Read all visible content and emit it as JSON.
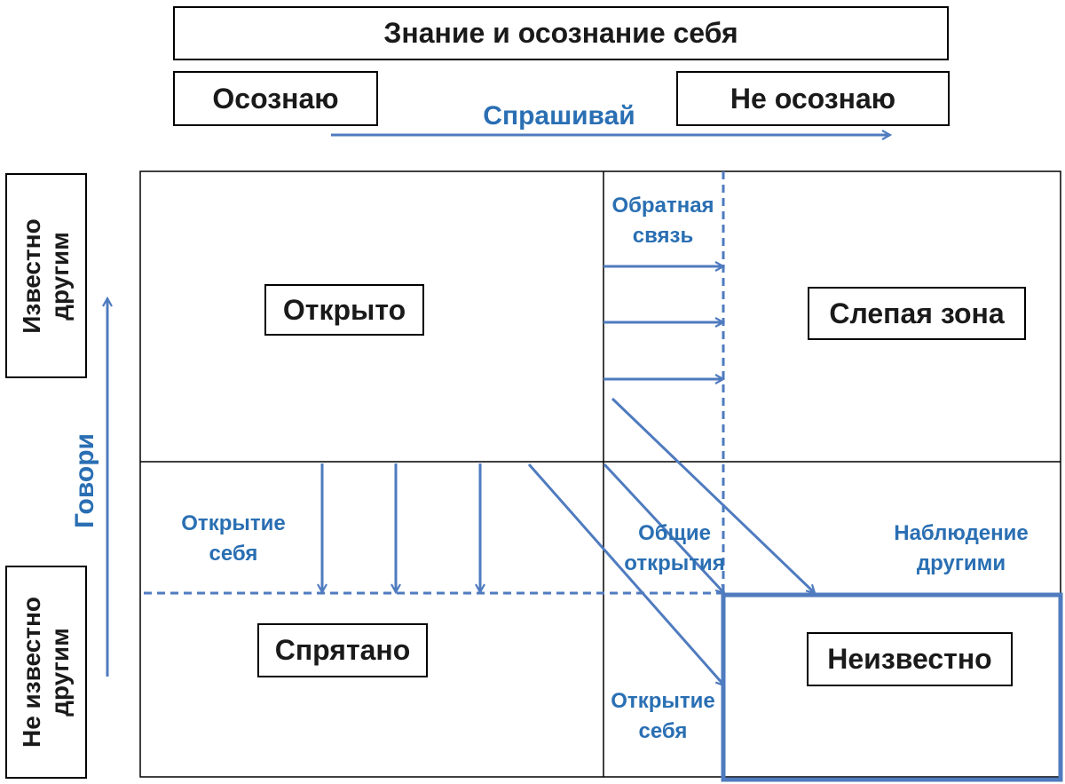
{
  "header": {
    "title": "Знание и осознание себя",
    "aware": "Осознаю",
    "not_aware": "Не осознаю",
    "ask": "Спрашивай"
  },
  "side": {
    "known_to_others": "Известно\nдругим",
    "unknown_to_others": "Не известно\nдругим",
    "tell": "Говори"
  },
  "quadrants": {
    "open": "Открыто",
    "blind": "Слепая зона",
    "hidden": "Спрятано",
    "unknown": "Неизвестно"
  },
  "arrow_labels": {
    "feedback": "Обратная\nсвязь",
    "self_disclosure_left": "Открытие\nсебя",
    "shared_discovery": "Общие\nоткрытия",
    "observation_by_others": "Наблюдение\nдругими",
    "self_disclosure_bottom": "Открытие\nсебя"
  },
  "colors": {
    "accent_blue": "#2a6fb3",
    "arrow_blue": "#4f7bbf",
    "text_dark": "#1a1a1a"
  }
}
